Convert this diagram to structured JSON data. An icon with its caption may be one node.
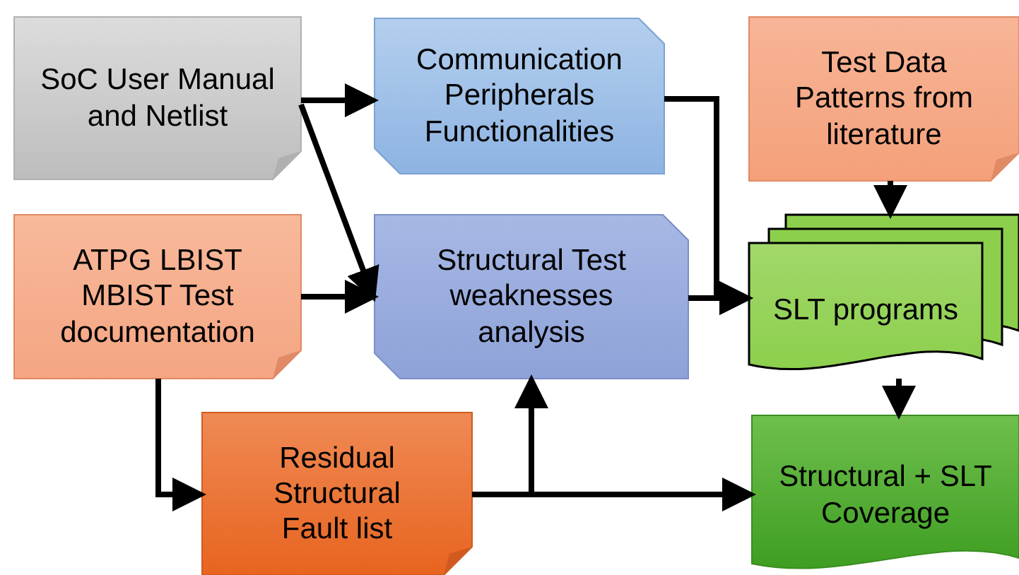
{
  "diagram": {
    "nodes": [
      {
        "text": [
          "SoC User Manual and Netlist"
        ]
      },
      {
        "text": [
          "Communication Peripherals Functionalities"
        ]
      },
      {
        "text": [
          "Test Data Patterns from literature"
        ]
      },
      {
        "text": [
          "ATPG LBIST MBIST Test documentation"
        ]
      },
      {
        "text": [
          "Structural Test weaknesses analysis"
        ]
      },
      {
        "text": [
          "SLT programs"
        ]
      },
      {
        "text": [
          "Residual Structural Fault list"
        ]
      },
      {
        "text": [
          "Structural + SLT Coverage"
        ]
      }
    ],
    "edges": [
      {
        "from": 0,
        "to": 1,
        "arrow": "to"
      },
      {
        "from": 0,
        "to": 4,
        "arrow": "to"
      },
      {
        "from": 3,
        "to": 4,
        "arrow": "to"
      },
      {
        "from": 1,
        "to": 5,
        "arrow": "to"
      },
      {
        "from": 4,
        "to": 5,
        "arrow": "to"
      },
      {
        "from": 2,
        "to": 5,
        "arrow": "to"
      },
      {
        "from": 3,
        "to": 6,
        "arrow": "to"
      },
      {
        "from": 6,
        "to": 4,
        "arrow": "to"
      },
      {
        "from": 6,
        "to": 7,
        "arrow": "to"
      },
      {
        "from": 5,
        "to": 7,
        "arrow": "to"
      }
    ]
  }
}
